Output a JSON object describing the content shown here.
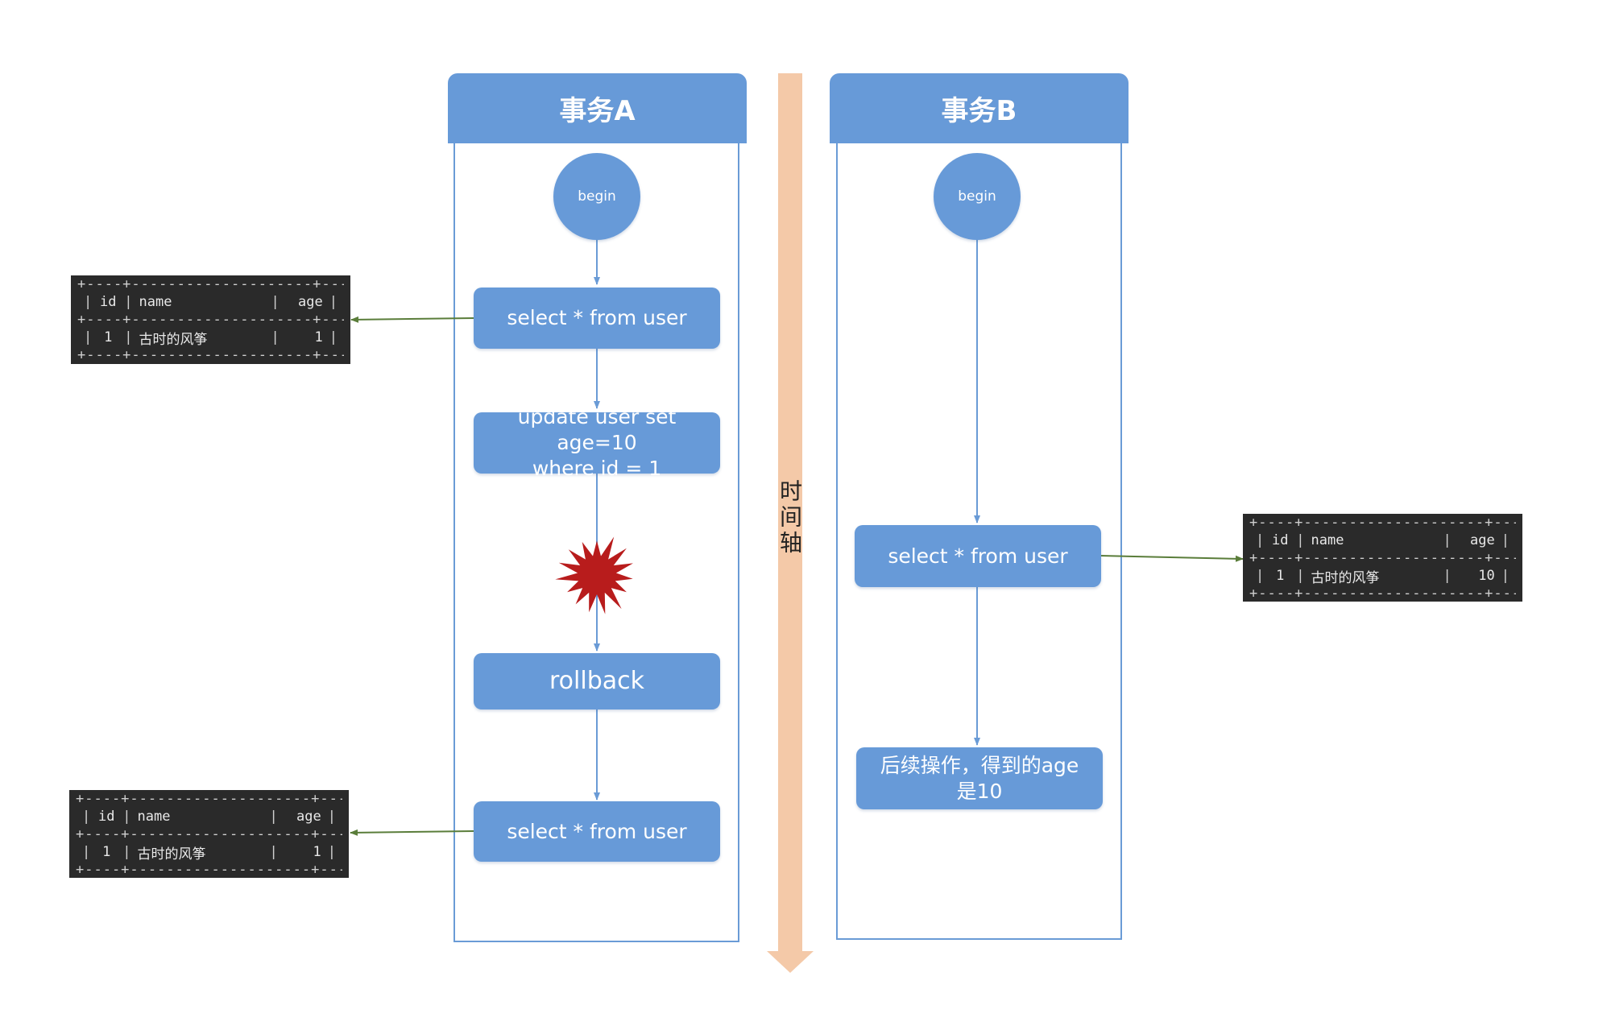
{
  "lanes": {
    "a": {
      "title": "事务A",
      "begin": "begin",
      "steps": [
        "select * from user",
        "update user set age=10\nwhere id = 1",
        "rollback",
        "select * from user"
      ]
    },
    "b": {
      "title": "事务B",
      "begin": "begin",
      "steps": [
        "select * from user",
        "后续操作，得到的age\n是10"
      ]
    }
  },
  "timeline": {
    "label": "时间轴"
  },
  "results": {
    "a_first": {
      "headers": [
        "id",
        "name",
        "age"
      ],
      "row": [
        "1",
        "古时的风筝",
        "1"
      ]
    },
    "a_second": {
      "headers": [
        "id",
        "name",
        "age"
      ],
      "row": [
        "1",
        "古时的风筝",
        "1"
      ]
    },
    "b_first": {
      "headers": [
        "id",
        "name",
        "age"
      ],
      "row": [
        "1",
        "古时的风筝",
        "10"
      ]
    }
  },
  "colors": {
    "lane_blue": "#679ad8",
    "timeline": "#f4c9a8",
    "burst": "#b81c1c",
    "connector": "#5a7d3a",
    "result_bg": "#2a2a2a"
  }
}
